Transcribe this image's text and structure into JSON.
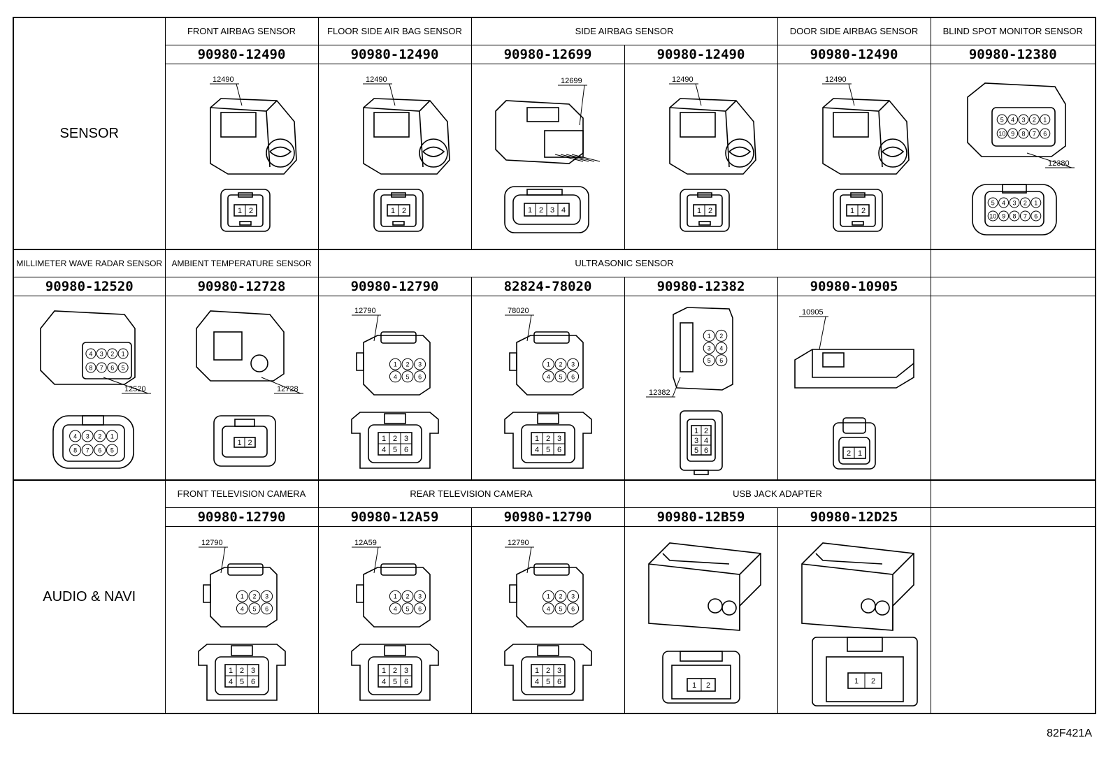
{
  "categories": {
    "sensor": "SENSOR",
    "row2": "",
    "audio": "AUDIO & NAVI"
  },
  "row1": {
    "headers": [
      "FRONT AIRBAG SENSOR",
      "FLOOR SIDE AIR BAG SENSOR",
      "SIDE AIRBAG SENSOR",
      "DOOR SIDE AIRBAG SENSOR",
      "BLIND SPOT MONITOR SENSOR"
    ],
    "parts": [
      "90980-12490",
      "90980-12490",
      "90980-12699",
      "90980-12490",
      "90980-12490",
      "90980-12380"
    ],
    "tags": [
      "12490",
      "12490",
      "12699",
      "12490",
      "12490",
      "12380"
    ],
    "pins": [
      [
        "1",
        "2"
      ],
      [
        "1",
        "2"
      ],
      [
        "1",
        "2",
        "3",
        "4"
      ],
      [
        "1",
        "2"
      ],
      [
        "1",
        "2"
      ],
      [
        "5",
        "4",
        "3",
        "2",
        "1",
        "10",
        "9",
        "8",
        "7",
        "6"
      ]
    ]
  },
  "row2": {
    "headers": [
      "MILLIMETER WAVE RADAR SENSOR",
      "AMBIENT TEMPERATURE SENSOR",
      "ULTRASONIC SENSOR",
      ""
    ],
    "parts": [
      "90980-12520",
      "90980-12728",
      "90980-12790",
      "82824-78020",
      "90980-12382",
      "90980-10905"
    ],
    "tags": [
      "12520",
      "12728",
      "12790",
      "78020",
      "12382",
      "10905"
    ],
    "pins": [
      [
        "4",
        "3",
        "2",
        "1",
        "8",
        "7",
        "6",
        "5"
      ],
      [
        "1",
        "2"
      ],
      [
        "1",
        "2",
        "3",
        "4",
        "5",
        "6"
      ],
      [
        "1",
        "2",
        "3",
        "4",
        "5",
        "6"
      ],
      [
        "1",
        "2",
        "3",
        "4",
        "5",
        "6"
      ],
      [
        "2",
        "1"
      ]
    ]
  },
  "row3": {
    "headers": [
      "FRONT TELEVISION CAMERA",
      "REAR TELEVISION CAMERA",
      "USB JACK ADAPTER",
      ""
    ],
    "parts": [
      "90980-12790",
      "90980-12A59",
      "90980-12790",
      "90980-12B59",
      "90980-12D25"
    ],
    "tags": [
      "12790",
      "12A59",
      "12790"
    ],
    "pins": [
      [
        "1",
        "2",
        "3",
        "4",
        "5",
        "6"
      ],
      [
        "1",
        "2",
        "3",
        "4",
        "5",
        "6"
      ],
      [
        "1",
        "2",
        "3",
        "4",
        "5",
        "6"
      ],
      [
        "1",
        "2"
      ],
      [
        "1",
        "2"
      ]
    ]
  },
  "figure_code": "82F421A"
}
